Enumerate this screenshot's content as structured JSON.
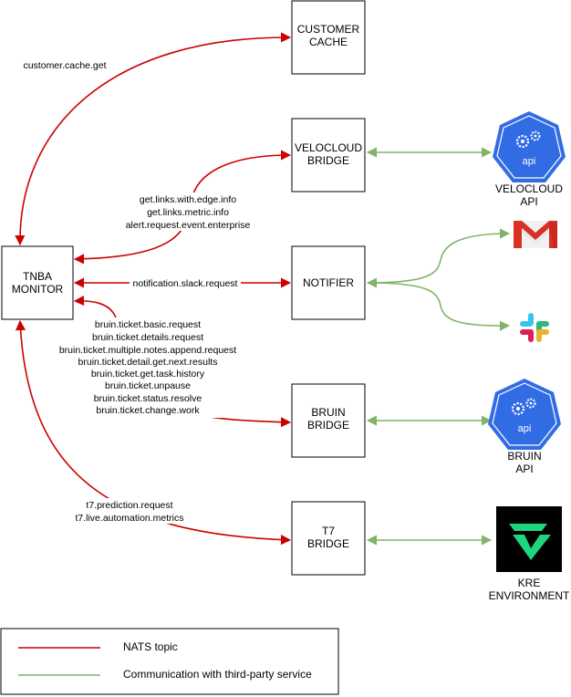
{
  "nodes": {
    "monitor": [
      "TNBA",
      "MONITOR"
    ],
    "cache": [
      "CUSTOMER",
      "CACHE"
    ],
    "velocloud_bridge": [
      "VELOCLOUD",
      "BRIDGE"
    ],
    "notifier": [
      "NOTIFIER"
    ],
    "bruin_bridge": [
      "BRUIN",
      "BRIDGE"
    ],
    "t7_bridge": [
      "T7",
      "BRIDGE"
    ]
  },
  "externals": {
    "velocloud_api": {
      "icon": "kubernetes-api-icon",
      "icon_text": "api",
      "label": [
        "VELOCLOUD",
        "API"
      ]
    },
    "gmail": {
      "icon": "gmail-icon"
    },
    "slack": {
      "icon": "slack-icon"
    },
    "bruin_api": {
      "icon": "kubernetes-api-icon",
      "icon_text": "api",
      "label": [
        "BRUIN",
        "API"
      ]
    },
    "kre": {
      "icon": "kre-logo-icon",
      "label": [
        "KRE",
        "ENVIRONMENT"
      ]
    }
  },
  "edges": {
    "cache": [
      "customer.cache.get"
    ],
    "velocloud": [
      "get.links.with.edge.info",
      "get.links.metric.info",
      "alert.request.event.enterprise"
    ],
    "notifier": [
      "notification.slack.request"
    ],
    "bruin": [
      "bruin.ticket.basic.request",
      "bruin.ticket.details.request",
      "bruin.ticket.multiple.notes.append.request",
      "bruin.ticket.detail.get.next.results",
      "bruin.ticket.get.task.history",
      "bruin.ticket.unpause",
      "bruin.ticket.status.resolve",
      "bruin.ticket.change.work"
    ],
    "t7": [
      "t7.prediction.request",
      "t7.live.automation.metrics"
    ]
  },
  "legend": {
    "nats": "NATS topic",
    "third_party": "Communication with third-party service"
  },
  "colors": {
    "nats": "#cc0000",
    "third_party": "#82b366",
    "k8s_blue": "#326ce5",
    "gmail_red": "#d93025",
    "kre_bg": "#000000",
    "kre_green": "#1ed67d"
  }
}
